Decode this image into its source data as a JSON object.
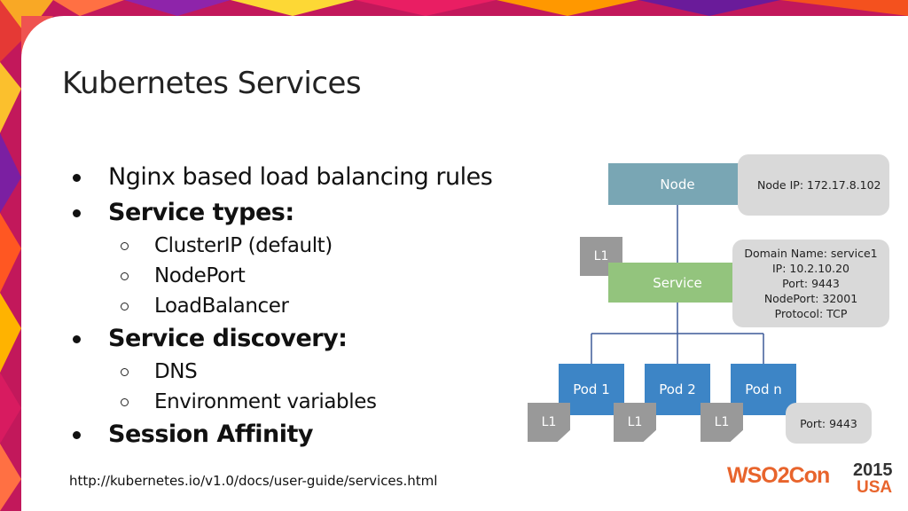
{
  "slide": {
    "title": "Kubernetes Services",
    "bullets": [
      {
        "text": "Nginx based load balancing rules"
      },
      {
        "text": "Service types:",
        "children": [
          "ClusterIP (default)",
          "NodePort",
          "LoadBalancer"
        ]
      },
      {
        "text": "Service discovery:",
        "children": [
          "DNS",
          "Environment variables"
        ]
      },
      {
        "text": "Session Affinity"
      }
    ],
    "url": "http://kubernetes.io/v1.0/docs/user-guide/services.html"
  },
  "diagram": {
    "node": "Node",
    "node_info": "Node IP: 172.17.8.102",
    "service": "Service",
    "service_info": [
      "Domain Name: service1",
      "IP: 10.2.10.20",
      "Port: 9443",
      "NodePort: 32001",
      "Protocol: TCP"
    ],
    "pods": [
      "Pod 1",
      "Pod 2",
      "Pod n"
    ],
    "pod_info": "Port: 9443",
    "l1_label": "L1",
    "colors": {
      "node": "#79a6b4",
      "service": "#93c47d",
      "pod": "#3d85c6",
      "info": "#d9d9d9",
      "l1": "#999999"
    }
  },
  "logo": {
    "brand": "WSO2Con",
    "year": "2015",
    "country": "USA"
  }
}
